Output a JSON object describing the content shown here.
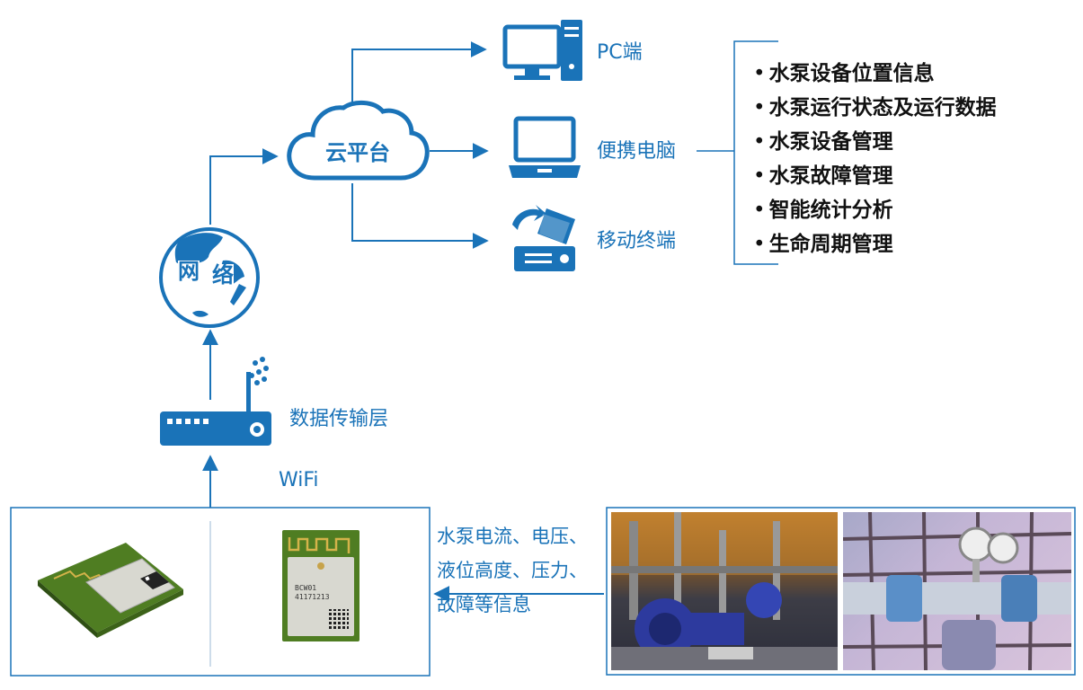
{
  "labels": {
    "cloud": "云平台",
    "network_line1": "网",
    "network_line2": "络",
    "pc": "PC端",
    "laptop": "便携电脑",
    "mobile": "移动终端",
    "transport_layer": "数据传输层",
    "wifi": "WiFi"
  },
  "features": [
    "水泵设备位置信息",
    "水泵运行状态及运行数据",
    "水泵设备管理",
    "水泵故障管理",
    "智能统计分析",
    "生命周期管理"
  ],
  "collected_info": [
    "水泵电流、电压、",
    "液位高度、压力、",
    "故障等信息"
  ],
  "module_marking": {
    "model": "BCW01",
    "serial": "41171213"
  },
  "colors": {
    "primary": "#1a73b8",
    "feature_text": "#111111",
    "pcb": "#5d8a2a",
    "shield": "#d8d8d0"
  },
  "icons": {
    "cloud": "cloud-icon",
    "network": "globe-icon",
    "pc": "desktop-computer-icon",
    "laptop": "laptop-icon",
    "mobile": "mobile-terminal-icon",
    "router": "wifi-router-icon"
  }
}
